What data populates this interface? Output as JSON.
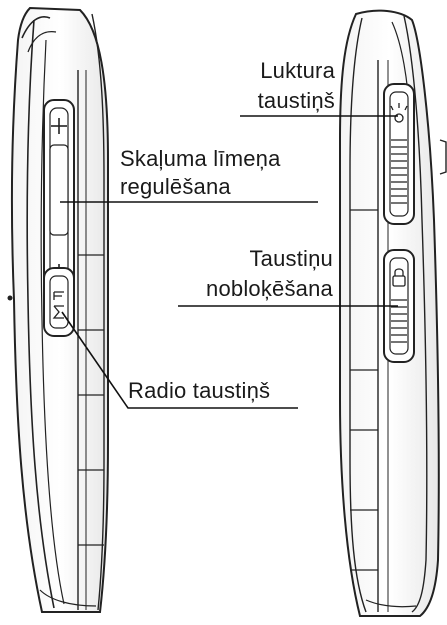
{
  "callouts": {
    "flashlight": {
      "line1": "Luktura",
      "line2": "taustiņš"
    },
    "volume": {
      "line1": "Skaļuma līmeņa",
      "line2": "regulēšana"
    },
    "keylock": {
      "line1": "Taustiņu",
      "line2": "nobloķēšana"
    },
    "radio": {
      "line1": "Radio taustiņš"
    }
  },
  "icons": {
    "volume_up": "plus-icon",
    "volume_down": "minus-icon",
    "radio": "radio-fm-icon",
    "flashlight": "flashlight-icon",
    "lock": "padlock-icon"
  }
}
